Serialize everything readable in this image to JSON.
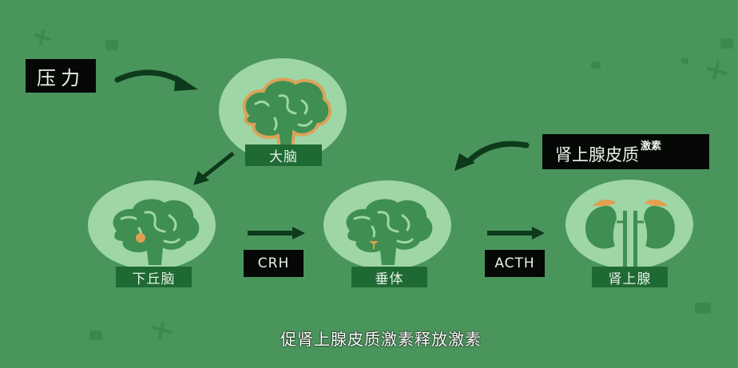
{
  "diagram": {
    "title_type": "HPA axis stress response",
    "colors": {
      "background": "#4a955c",
      "circle": "#9fd6a6",
      "brain_fill": "#3f8e52",
      "brain_outline": "#d9a35a",
      "highlight": "#e0a050",
      "label_bg": "#1f6a34",
      "black_label_bg": "#050805",
      "arrow": "#0d3a1a"
    },
    "stress_label": "压力",
    "nodes": [
      {
        "id": "cerebrum",
        "label": "大脑",
        "icon": "brain-icon"
      },
      {
        "id": "hypothalamus",
        "label": "下丘脑",
        "icon": "brain-hypothalamus-icon"
      },
      {
        "id": "pituitary",
        "label": "垂体",
        "icon": "brain-pituitary-icon"
      },
      {
        "id": "adrenal",
        "label": "肾上腺",
        "icon": "kidney-adrenal-icon"
      }
    ],
    "edges": [
      {
        "from": "stress",
        "to": "cerebrum",
        "label": ""
      },
      {
        "from": "cerebrum",
        "to": "hypothalamus",
        "label": ""
      },
      {
        "from": "hypothalamus",
        "to": "pituitary",
        "label": "CRH"
      },
      {
        "from": "pituitary",
        "to": "adrenal",
        "label": "ACTH"
      },
      {
        "from": "cortisol",
        "to": "pituitary",
        "label": ""
      }
    ],
    "feedback_label": {
      "main": "肾上腺皮质",
      "superscript": "激素"
    },
    "caption": "促肾上腺皮质激素释放激素"
  }
}
